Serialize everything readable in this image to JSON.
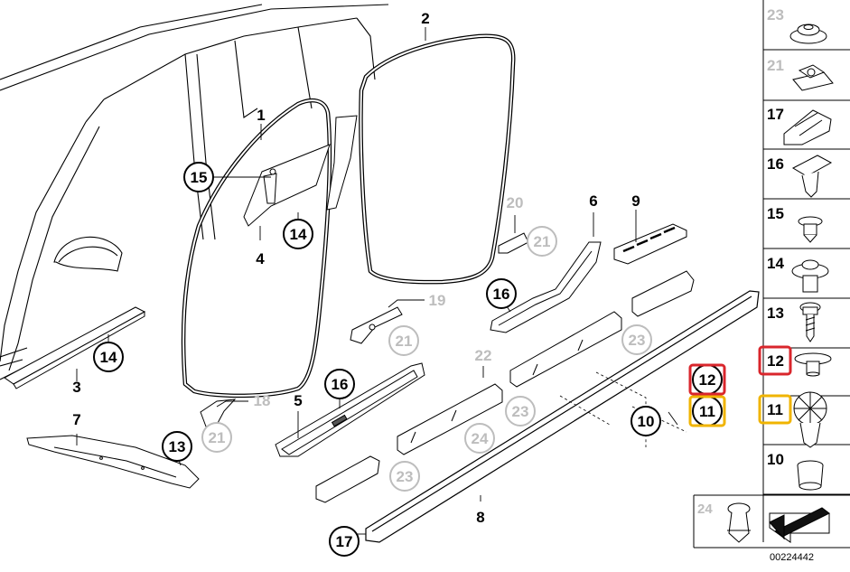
{
  "diagram": {
    "callouts": [
      {
        "num": "1",
        "ring": false,
        "grey": false
      },
      {
        "num": "2",
        "ring": false,
        "grey": false
      },
      {
        "num": "3",
        "ring": false,
        "grey": false
      },
      {
        "num": "4",
        "ring": false,
        "grey": false
      },
      {
        "num": "5",
        "ring": false,
        "grey": false
      },
      {
        "num": "6",
        "ring": false,
        "grey": false
      },
      {
        "num": "7",
        "ring": false,
        "grey": false
      },
      {
        "num": "8",
        "ring": false,
        "grey": false
      },
      {
        "num": "9",
        "ring": false,
        "grey": false
      },
      {
        "num": "10",
        "ring": true,
        "grey": false
      },
      {
        "num": "13",
        "ring": true,
        "grey": false
      },
      {
        "num": "14",
        "ring": true,
        "grey": false
      },
      {
        "num": "14",
        "ring": true,
        "grey": false
      },
      {
        "num": "15",
        "ring": true,
        "grey": false
      },
      {
        "num": "16",
        "ring": true,
        "grey": false
      },
      {
        "num": "16",
        "ring": true,
        "grey": false
      },
      {
        "num": "17",
        "ring": true,
        "grey": false
      },
      {
        "num": "18",
        "ring": false,
        "grey": true
      },
      {
        "num": "19",
        "ring": false,
        "grey": true
      },
      {
        "num": "20",
        "ring": false,
        "grey": true
      },
      {
        "num": "21",
        "ring": true,
        "grey": true
      },
      {
        "num": "21",
        "ring": true,
        "grey": true
      },
      {
        "num": "21",
        "ring": true,
        "grey": true
      },
      {
        "num": "22",
        "ring": false,
        "grey": true
      },
      {
        "num": "23",
        "ring": true,
        "grey": true
      },
      {
        "num": "23",
        "ring": true,
        "grey": true
      },
      {
        "num": "23",
        "ring": true,
        "grey": true
      },
      {
        "num": "24",
        "ring": true,
        "grey": true
      }
    ],
    "highlights": [
      {
        "num": "12",
        "ring": true,
        "color": "#d9262c"
      },
      {
        "num": "11",
        "ring": true,
        "color": "#f0b400"
      }
    ]
  },
  "legend": {
    "cells": [
      {
        "num": "23",
        "grey": true,
        "icon": "grommet-icon"
      },
      {
        "num": "21",
        "grey": true,
        "icon": "clip-nut-icon"
      },
      {
        "num": "17",
        "grey": false,
        "icon": "clip-holder-icon"
      },
      {
        "num": "16",
        "grey": false,
        "icon": "push-clip-icon"
      },
      {
        "num": "15",
        "grey": false,
        "icon": "expansion-rivet-icon"
      },
      {
        "num": "14",
        "grey": false,
        "icon": "plastic-rivet-icon"
      },
      {
        "num": "13",
        "grey": false,
        "icon": "screw-icon"
      },
      {
        "num": "12",
        "grey": false,
        "icon": "spreader-pin-icon",
        "highlight": "#d9262c"
      },
      {
        "num": "11",
        "grey": false,
        "icon": "spreader-rivet-icon",
        "highlight": "#f0b400"
      },
      {
        "num": "10",
        "grey": false,
        "icon": "grommet-sleeve-icon"
      }
    ],
    "extra": {
      "num": "24",
      "grey": true,
      "icon": "trim-clip-icon"
    },
    "doc_number": "00224442"
  },
  "colors": {
    "line": "#000000",
    "grey_text": "#bdbdbd",
    "red": "#d9262c",
    "yellow": "#f0b400"
  }
}
